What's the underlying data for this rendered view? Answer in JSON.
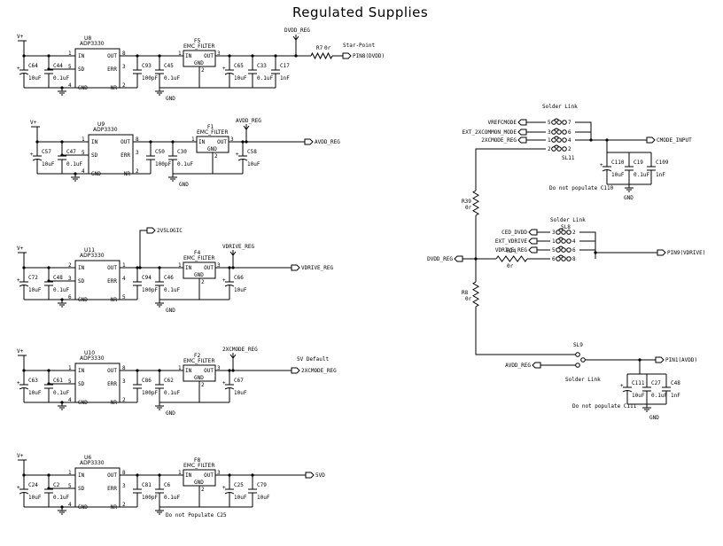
{
  "title": "Regulated Supplies",
  "rows": [
    {
      "vplus": "V+",
      "reg_ref": "U8",
      "reg_part": "ADP3330",
      "pins": [
        "IN",
        "OUT",
        "SD",
        "ERR",
        "GND",
        "NR"
      ],
      "pin_nums": [
        "1",
        "8",
        "5",
        "3",
        "4",
        "2"
      ],
      "caps_in": [
        {
          "ref": "C64",
          "val": "10uF"
        },
        {
          "ref": "C44",
          "val": "0.1uF"
        }
      ],
      "caps_mid": [
        {
          "ref": "C93",
          "val": "100pF"
        },
        {
          "ref": "C45",
          "val": "0.1uF"
        }
      ],
      "filter_ref": "F5",
      "filter_part": "EMC_FILTER",
      "filter_pins": [
        "IN",
        "OUT",
        "GND"
      ],
      "filter_nums": [
        "1",
        "3",
        "2"
      ],
      "caps_out": [
        {
          "ref": "C65",
          "val": "10uF"
        },
        {
          "ref": "C33",
          "val": "0.1uF"
        },
        {
          "ref": "C17",
          "val": "1nF"
        }
      ],
      "net_top": "DVDD_REG",
      "resistor": {
        "ref": "R7",
        "val": "0r"
      },
      "note": "Star-Point",
      "out_label": "PIN8(DVDD)",
      "gnd": "GND"
    },
    {
      "vplus": "V+",
      "reg_ref": "U9",
      "reg_part": "ADP3330",
      "pins": [
        "IN",
        "OUT",
        "SD",
        "ERR",
        "GND",
        "NR"
      ],
      "pin_nums": [
        "1",
        "8",
        "5",
        "3",
        "4",
        "2"
      ],
      "caps_in": [
        {
          "ref": "C57",
          "val": "10uF"
        },
        {
          "ref": "C47",
          "val": "0.1uF"
        }
      ],
      "caps_mid": [
        {
          "ref": "C50",
          "val": "100pF"
        },
        {
          "ref": "C30",
          "val": "0.1uF"
        }
      ],
      "filter_ref": "F1",
      "filter_part": "EMC_FILTER",
      "filter_pins": [
        "IN",
        "OUT",
        "GND"
      ],
      "filter_nums": [
        "1",
        "3",
        "2"
      ],
      "caps_out": [
        {
          "ref": "C58",
          "val": "10uF"
        }
      ],
      "net_top": "AVDD_REG",
      "out_label": "AVDD_REG",
      "gnd": "GND"
    },
    {
      "vplus": "V+",
      "reg_ref": "U11",
      "reg_part": "ADP3330",
      "pins": [
        "IN",
        "OUT",
        "SD",
        "ERR",
        "GND",
        "NR"
      ],
      "pin_nums": [
        "2",
        "1",
        "3",
        "4",
        "6",
        "5"
      ],
      "caps_in": [
        {
          "ref": "C72",
          "val": "10uF"
        },
        {
          "ref": "C48",
          "val": "0.1uF"
        }
      ],
      "caps_mid": [
        {
          "ref": "C94",
          "val": "100pF"
        },
        {
          "ref": "C46",
          "val": "0.1uF"
        }
      ],
      "filter_ref": "F4",
      "filter_part": "EMC_FILTER",
      "filter_pins": [
        "IN",
        "OUT",
        "GND"
      ],
      "filter_nums": [
        "1",
        "3",
        "2"
      ],
      "caps_out": [
        {
          "ref": "C66",
          "val": "10uF"
        }
      ],
      "net_top": "VDRIVE_REG",
      "tap_label": "2V5LOGIC",
      "out_label": "VDRIVE_REG",
      "gnd": "GND"
    },
    {
      "vplus": "V+",
      "reg_ref": "U10",
      "reg_part": "ADP3330",
      "pins": [
        "IN",
        "OUT",
        "SD",
        "ERR",
        "GND",
        "NR"
      ],
      "pin_nums": [
        "1",
        "8",
        "5",
        "3",
        "4",
        "2"
      ],
      "caps_in": [
        {
          "ref": "C63",
          "val": "10uF"
        },
        {
          "ref": "C61",
          "val": "0.1uF"
        }
      ],
      "caps_mid": [
        {
          "ref": "C86",
          "val": "100pF"
        },
        {
          "ref": "C62",
          "val": "0.1uF"
        }
      ],
      "filter_ref": "F2",
      "filter_part": "EMC_FILTER",
      "filter_pins": [
        "IN",
        "OUT",
        "GND"
      ],
      "filter_nums": [
        "1",
        "3",
        "2"
      ],
      "caps_out": [
        {
          "ref": "C67",
          "val": "10uF"
        }
      ],
      "net_top": "2XCMODE_REG",
      "note": "5V Default",
      "out_label": "2XCMODE_REG",
      "gnd": "GND"
    },
    {
      "vplus": "V+",
      "reg_ref": "U6",
      "reg_part": "ADP3330",
      "pins": [
        "IN",
        "OUT",
        "SD",
        "ERR",
        "GND",
        "NR"
      ],
      "pin_nums": [
        "1",
        "8",
        "5",
        "3",
        "4",
        "2"
      ],
      "caps_in": [
        {
          "ref": "C24",
          "val": "10uF"
        },
        {
          "ref": "C2",
          "val": "0.1uF"
        }
      ],
      "caps_mid": [
        {
          "ref": "C81",
          "val": "100pF"
        },
        {
          "ref": "C6",
          "val": "0.1uF"
        }
      ],
      "filter_ref": "F8",
      "filter_part": "EMC_FILTER",
      "filter_pins": [
        "IN",
        "OUT",
        "GND"
      ],
      "filter_nums": [
        "1",
        "3",
        "2"
      ],
      "caps_out": [
        {
          "ref": "C25",
          "val": "10uF"
        },
        {
          "ref": "C79",
          "val": "10uF"
        }
      ],
      "note": "Do not Populate C25",
      "out_label": "5VD",
      "gnd": ""
    }
  ],
  "right": {
    "sl11": {
      "title": "Solder Link",
      "ref": "SL11",
      "inputs": [
        "VREFCMODE",
        "EXT_2XCOMMON_MODE",
        "2XCMODE_REG"
      ],
      "pins_left": [
        "5",
        "3",
        "1"
      ],
      "pins_right": [
        "7",
        "6",
        "4",
        "2"
      ],
      "out_label": "CMODE_INPUT",
      "caps": [
        {
          "ref": "C110",
          "val": "10uF"
        },
        {
          "ref": "C19",
          "val": "0.1uF"
        },
        {
          "ref": "C109",
          "val": "1nF"
        }
      ],
      "note": "Do not populate C110",
      "gnd": "GND"
    },
    "r39": {
      "ref": "R39",
      "val": "0r"
    },
    "r8": {
      "ref": "R8",
      "val": "0r"
    },
    "dvdd_label": "DVDD_REG",
    "sl8": {
      "title": "Solder Link",
      "ref": "SL8",
      "inputs": [
        "CED_DVDD",
        "EXT_VDRIVE",
        "VDRIVE_REG"
      ],
      "pins_left": [
        "3",
        "1",
        "5"
      ],
      "pins_right": [
        "2",
        "4",
        "6",
        "8"
      ],
      "resistor": {
        "ref": "R24",
        "val": "0r"
      },
      "out_label": "PIN9(VDRIVE)"
    },
    "sl9": {
      "ref": "SL9",
      "title": "Solder Link",
      "in_label": "AVDD_REG",
      "out_label": "PIN1(AVDD)",
      "caps": [
        {
          "ref": "C111",
          "val": "10uF"
        },
        {
          "ref": "C27",
          "val": "0.1uF"
        },
        {
          "ref": "C48",
          "val": "1nF"
        }
      ],
      "note": "Do not populate C111",
      "gnd": "GND"
    }
  }
}
